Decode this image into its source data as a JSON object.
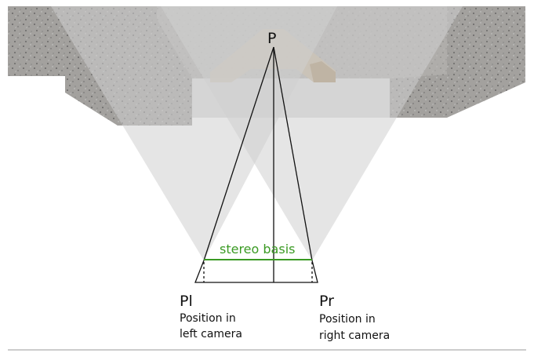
{
  "labels": {
    "point": "P",
    "stereo_basis": "stereo basis",
    "left_point": "Pl",
    "left_caption_1": "Position in",
    "left_caption_2": "left camera",
    "right_point": "Pr",
    "right_caption_1": "Position in",
    "right_caption_2": "right camera"
  },
  "colors": {
    "concrete": "#9e9c99",
    "cone": "#d9d9d9",
    "wood": "#c5b49a",
    "basis": "#3a9a23",
    "lines": "#111111"
  }
}
